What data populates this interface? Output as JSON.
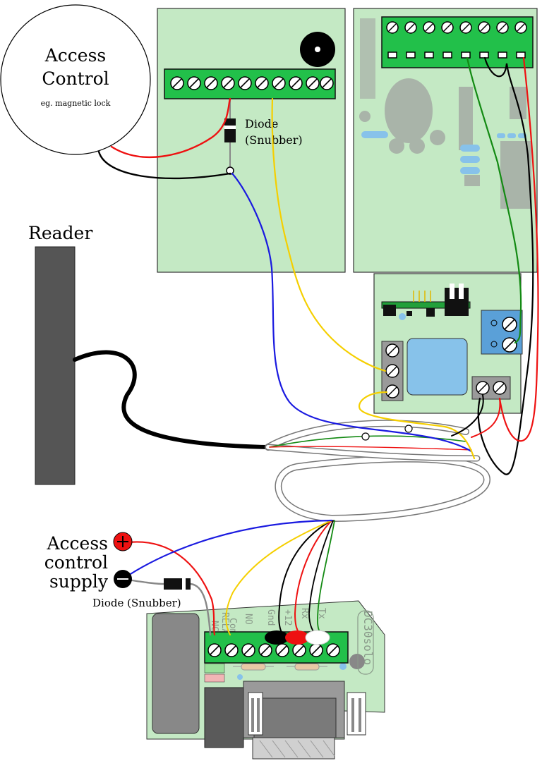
{
  "access_control": {
    "line1": "Access",
    "line2": "Control",
    "note": "eg. magnetic lock"
  },
  "diode_top": {
    "line1": "Diode",
    "line2": "(Snubber)"
  },
  "reader_label": "Reader",
  "supply": {
    "line1": "Access",
    "line2": "control",
    "line3": "supply"
  },
  "diode_bottom": "Diode (Snubber)",
  "board_labels": {
    "dc": "DC30solo",
    "relay": "RELAY",
    "nc": "NC",
    "com": "Com",
    "no": "NO",
    "gnd": "Gnd",
    "plus12": "+12",
    "rx": "Rx",
    "tx": "Tx"
  },
  "colors": {
    "board_green": "#c4e9c4",
    "terminal_green": "#22c04a",
    "wire_red": "#ee1111",
    "wire_black": "#000000",
    "wire_yellow": "#f5cf00",
    "wire_blue": "#1a1ae0",
    "wire_green": "#138a13",
    "reader": "#555555"
  }
}
